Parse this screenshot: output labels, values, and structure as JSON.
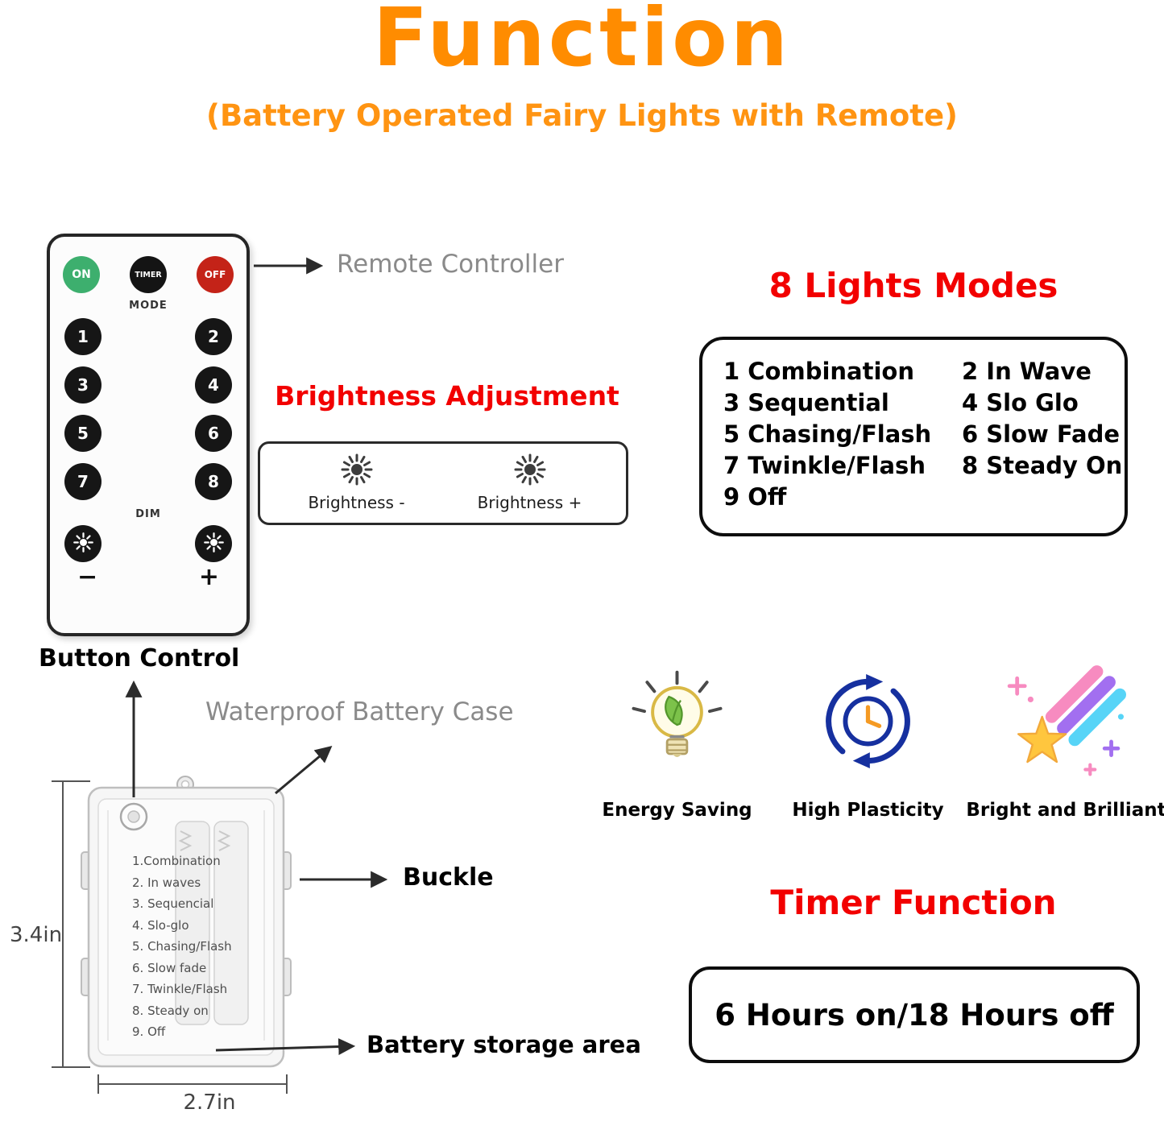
{
  "page": {
    "title": "Function",
    "subtitle": "(Battery Operated Fairy Lights with Remote)"
  },
  "remote": {
    "callout": "Remote Controller",
    "caption": "Button Control",
    "power_buttons": {
      "on": "ON",
      "timer": "TIMER",
      "off": "OFF"
    },
    "mode_label": "MODE",
    "mode_buttons": [
      "1",
      "2",
      "3",
      "4",
      "5",
      "6",
      "7",
      "8"
    ],
    "dim_label": "DIM",
    "dim_minus": "−",
    "dim_plus": "+"
  },
  "brightness": {
    "heading": "Brightness Adjustment",
    "minus_icon": "sun-brightness-icon",
    "plus_icon": "sun-brightness-icon",
    "minus_label": "Brightness -",
    "plus_label": "Brightness +"
  },
  "light_modes": {
    "heading": "8 Lights Modes",
    "left_column": [
      "1 Combination",
      "3 Sequential",
      "5 Chasing/Flash",
      "7 Twinkle/Flash",
      "9 Off"
    ],
    "right_column": [
      "2 In Wave",
      "4 Slo Glo",
      "6 Slow Fade",
      "8 Steady On"
    ]
  },
  "battery_case": {
    "callout": "Waterproof Battery Case",
    "buckle_label": "Buckle",
    "storage_label": "Battery storage area",
    "height_dim": "3.4in",
    "width_dim": "2.7in",
    "mode_list": [
      "1.Combination",
      "2. In waves",
      "3. Sequencial",
      "4. Slo-glo",
      "5. Chasing/Flash",
      "6. Slow fade",
      "7. Twinkle/Flash",
      "8. Steady on",
      "9. Off"
    ]
  },
  "features": [
    {
      "label": "Energy Saving",
      "icon": "bulb-leaf-icon"
    },
    {
      "label": "High Plasticity",
      "icon": "recycle-clock-icon"
    },
    {
      "label": "Bright and Brilliant",
      "icon": "shooting-star-icon"
    }
  ],
  "timer": {
    "heading": "Timer Function",
    "value": "6 Hours on/18 Hours off"
  },
  "colors": {
    "title_orange": "#FF8C00",
    "heading_red": "#F20000",
    "on_green": "#3DAF6E",
    "off_red": "#C42318",
    "gray_label": "#8A8A8A"
  }
}
